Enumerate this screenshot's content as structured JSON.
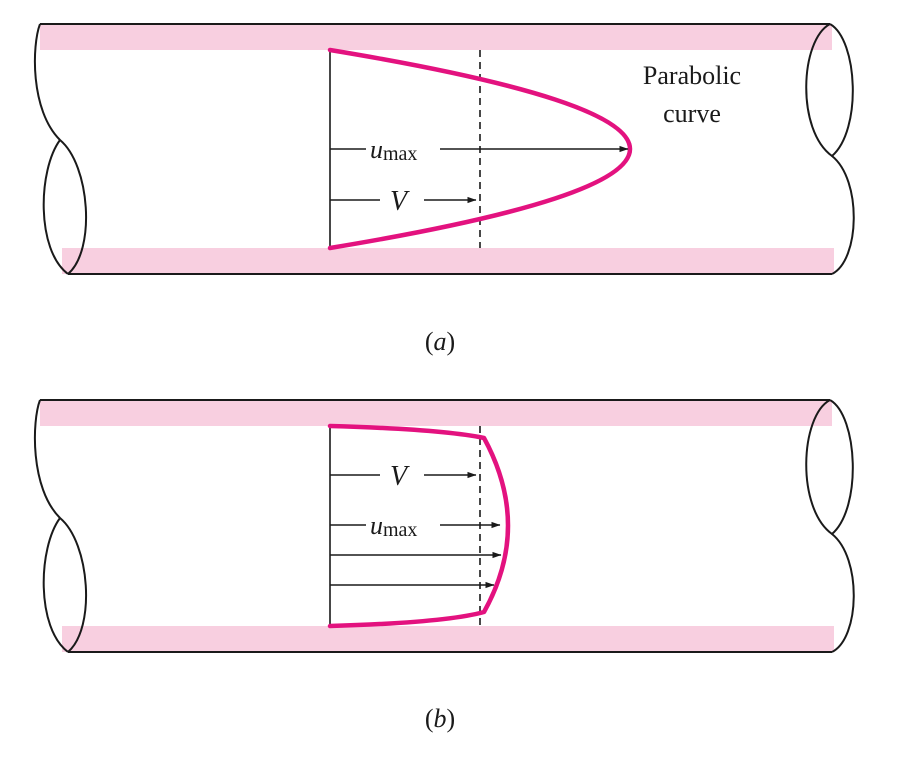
{
  "colors": {
    "wall": "#f8cfe0",
    "profile": "#e3127f",
    "line": "#1a1a1a"
  },
  "panel_a": {
    "caption": "(a)",
    "label_umax_u": "u",
    "label_umax_sub": "max",
    "label_v": "V",
    "annotation_line1": "Parabolic",
    "annotation_line2": "curve"
  },
  "panel_b": {
    "caption": "(b)",
    "label_umax_u": "u",
    "label_umax_sub": "max",
    "label_v": "V"
  }
}
